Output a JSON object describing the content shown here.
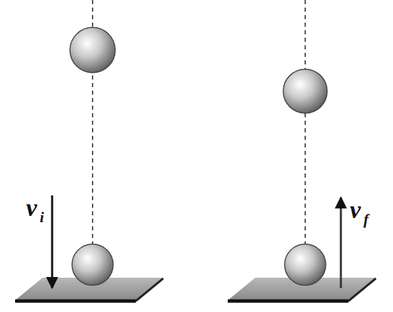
{
  "diagram": {
    "labels": [
      "v",
      "i",
      "v",
      "f"
    ]
  }
}
